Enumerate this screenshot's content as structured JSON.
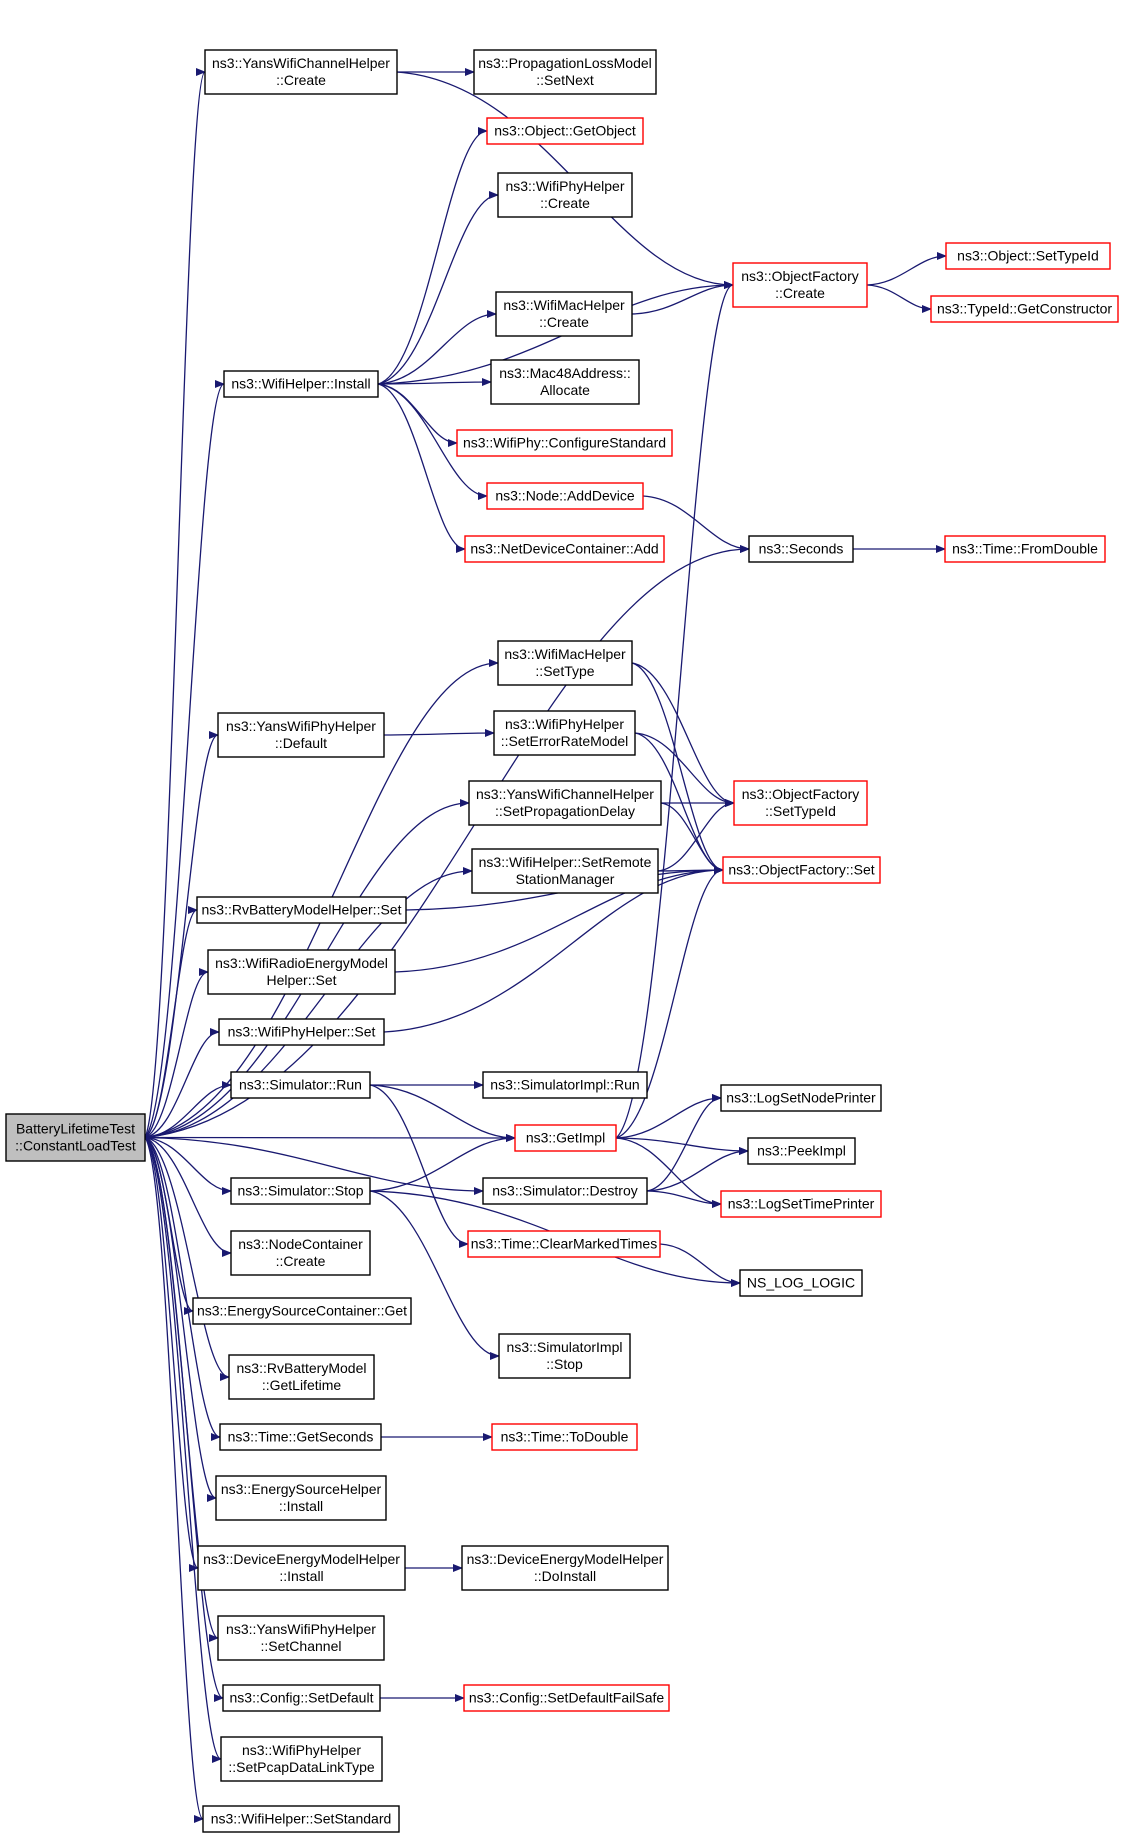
{
  "colors": {
    "edge": "#191970",
    "ok_border": "#000000",
    "incomplete_border": "#ff0000",
    "root_fill": "#bfbfbf"
  },
  "nodes": [
    {
      "id": "root",
      "lines": [
        "BatteryLifetimeTest",
        "::ConstantLoadTest"
      ],
      "style": "root"
    },
    {
      "id": "yanswifichannelhelper-create",
      "lines": [
        "ns3::YansWifiChannelHelper",
        "::Create"
      ],
      "style": "ok"
    },
    {
      "id": "propagationlossmodel-setnext",
      "lines": [
        "ns3::PropagationLossModel",
        "::SetNext"
      ],
      "style": "ok"
    },
    {
      "id": "object-getobject",
      "lines": [
        "ns3::Object::GetObject"
      ],
      "style": "red"
    },
    {
      "id": "wifiphyhelper-create",
      "lines": [
        "ns3::WifiPhyHelper",
        "::Create"
      ],
      "style": "ok"
    },
    {
      "id": "objectfactory-create",
      "lines": [
        "ns3::ObjectFactory",
        "::Create"
      ],
      "style": "red"
    },
    {
      "id": "object-settypeid",
      "lines": [
        "ns3::Object::SetTypeId"
      ],
      "style": "red"
    },
    {
      "id": "typeid-getconstructor",
      "lines": [
        "ns3::TypeId::GetConstructor"
      ],
      "style": "red"
    },
    {
      "id": "wifimachelper-create",
      "lines": [
        "ns3::WifiMacHelper",
        "::Create"
      ],
      "style": "ok"
    },
    {
      "id": "wifihelper-install",
      "lines": [
        "ns3::WifiHelper::Install"
      ],
      "style": "ok"
    },
    {
      "id": "mac48address-allocate",
      "lines": [
        "ns3::Mac48Address::",
        "Allocate"
      ],
      "style": "ok"
    },
    {
      "id": "wifiphy-configurestandard",
      "lines": [
        "ns3::WifiPhy::ConfigureStandard"
      ],
      "style": "red"
    },
    {
      "id": "node-adddevice",
      "lines": [
        "ns3::Node::AddDevice"
      ],
      "style": "red"
    },
    {
      "id": "netdevicecontainer-add",
      "lines": [
        "ns3::NetDeviceContainer::Add"
      ],
      "style": "red"
    },
    {
      "id": "seconds",
      "lines": [
        "ns3::Seconds"
      ],
      "style": "ok"
    },
    {
      "id": "time-fromdouble",
      "lines": [
        "ns3::Time::FromDouble"
      ],
      "style": "red"
    },
    {
      "id": "wifimachelper-settype",
      "lines": [
        "ns3::WifiMacHelper",
        "::SetType"
      ],
      "style": "ok"
    },
    {
      "id": "yanswifiphyhelper-default",
      "lines": [
        "ns3::YansWifiPhyHelper",
        "::Default"
      ],
      "style": "ok"
    },
    {
      "id": "wifiphyhelper-seterrorratemodel",
      "lines": [
        "ns3::WifiPhyHelper",
        "::SetErrorRateModel"
      ],
      "style": "ok"
    },
    {
      "id": "objectfactory-settypeid",
      "lines": [
        "ns3::ObjectFactory",
        "::SetTypeId"
      ],
      "style": "red"
    },
    {
      "id": "yanswifichannelhelper-setpropagationdelay",
      "lines": [
        "ns3::YansWifiChannelHelper",
        "::SetPropagationDelay"
      ],
      "style": "ok"
    },
    {
      "id": "wifihelper-setremotestationmanager",
      "lines": [
        "ns3::WifiHelper::SetRemote",
        "StationManager"
      ],
      "style": "ok"
    },
    {
      "id": "objectfactory-set",
      "lines": [
        "ns3::ObjectFactory::Set"
      ],
      "style": "red"
    },
    {
      "id": "rvbatterymodelhelper-set",
      "lines": [
        "ns3::RvBatteryModelHelper::Set"
      ],
      "style": "ok"
    },
    {
      "id": "wifiradioenergymodelhelper-set",
      "lines": [
        "ns3::WifiRadioEnergyModel",
        "Helper::Set"
      ],
      "style": "ok"
    },
    {
      "id": "wifiphyhelper-set",
      "lines": [
        "ns3::WifiPhyHelper::Set"
      ],
      "style": "ok"
    },
    {
      "id": "simulator-run",
      "lines": [
        "ns3::Simulator::Run"
      ],
      "style": "ok"
    },
    {
      "id": "simulatorimpl-run",
      "lines": [
        "ns3::SimulatorImpl::Run"
      ],
      "style": "ok"
    },
    {
      "id": "logsetnodeprinter",
      "lines": [
        "ns3::LogSetNodePrinter"
      ],
      "style": "ok"
    },
    {
      "id": "getimpl",
      "lines": [
        "ns3::GetImpl"
      ],
      "style": "red"
    },
    {
      "id": "peekimpl",
      "lines": [
        "ns3::PeekImpl"
      ],
      "style": "ok"
    },
    {
      "id": "simulator-destroy",
      "lines": [
        "ns3::Simulator::Destroy"
      ],
      "style": "ok"
    },
    {
      "id": "simulator-stop",
      "lines": [
        "ns3::Simulator::Stop"
      ],
      "style": "ok"
    },
    {
      "id": "logsettimeprinter",
      "lines": [
        "ns3::LogSetTimePrinter"
      ],
      "style": "red"
    },
    {
      "id": "nodecontainer-create",
      "lines": [
        "ns3::NodeContainer",
        "::Create"
      ],
      "style": "ok"
    },
    {
      "id": "time-clearmarkedtimes",
      "lines": [
        "ns3::Time::ClearMarkedTimes"
      ],
      "style": "red"
    },
    {
      "id": "ns-log-logic",
      "lines": [
        "NS_LOG_LOGIC"
      ],
      "style": "ok"
    },
    {
      "id": "energysourcecontainer-get",
      "lines": [
        "ns3::EnergySourceContainer::Get"
      ],
      "style": "ok"
    },
    {
      "id": "simulatorimpl-stop",
      "lines": [
        "ns3::SimulatorImpl",
        "::Stop"
      ],
      "style": "ok"
    },
    {
      "id": "rvbatterymodel-getlifetime",
      "lines": [
        "ns3::RvBatteryModel",
        "::GetLifetime"
      ],
      "style": "ok"
    },
    {
      "id": "time-getseconds",
      "lines": [
        "ns3::Time::GetSeconds"
      ],
      "style": "ok"
    },
    {
      "id": "time-todouble",
      "lines": [
        "ns3::Time::ToDouble"
      ],
      "style": "red"
    },
    {
      "id": "energysourcehelper-install",
      "lines": [
        "ns3::EnergySourceHelper",
        "::Install"
      ],
      "style": "ok"
    },
    {
      "id": "deviceenergymodelhelper-install",
      "lines": [
        "ns3::DeviceEnergyModelHelper",
        "::Install"
      ],
      "style": "ok"
    },
    {
      "id": "deviceenergymodelhelper-doinstall",
      "lines": [
        "ns3::DeviceEnergyModelHelper",
        "::DoInstall"
      ],
      "style": "ok"
    },
    {
      "id": "yanswifiphyhelper-setchannel",
      "lines": [
        "ns3::YansWifiPhyHelper",
        "::SetChannel"
      ],
      "style": "ok"
    },
    {
      "id": "config-setdefault",
      "lines": [
        "ns3::Config::SetDefault"
      ],
      "style": "ok"
    },
    {
      "id": "config-setdefaultfailsafe",
      "lines": [
        "ns3::Config::SetDefaultFailSafe"
      ],
      "style": "red"
    },
    {
      "id": "wifiphyhelper-setpcapdatalinktype",
      "lines": [
        "ns3::WifiPhyHelper",
        "::SetPcapDataLinkType"
      ],
      "style": "ok"
    },
    {
      "id": "wifihelper-setstandard",
      "lines": [
        "ns3::WifiHelper::SetStandard"
      ],
      "style": "ok"
    }
  ],
  "edges": [
    [
      "root",
      "yanswifichannelhelper-create"
    ],
    [
      "root",
      "wifihelper-install"
    ],
    [
      "root",
      "seconds"
    ],
    [
      "root",
      "wifimachelper-settype"
    ],
    [
      "root",
      "yanswifiphyhelper-default"
    ],
    [
      "root",
      "yanswifichannelhelper-setpropagationdelay"
    ],
    [
      "root",
      "wifihelper-setremotestationmanager"
    ],
    [
      "root",
      "rvbatterymodelhelper-set"
    ],
    [
      "root",
      "wifiradioenergymodelhelper-set"
    ],
    [
      "root",
      "wifiphyhelper-set"
    ],
    [
      "root",
      "simulator-run"
    ],
    [
      "root",
      "getimpl"
    ],
    [
      "root",
      "simulator-destroy"
    ],
    [
      "root",
      "simulator-stop"
    ],
    [
      "root",
      "nodecontainer-create"
    ],
    [
      "root",
      "energysourcecontainer-get"
    ],
    [
      "root",
      "rvbatterymodel-getlifetime"
    ],
    [
      "root",
      "time-getseconds"
    ],
    [
      "root",
      "energysourcehelper-install"
    ],
    [
      "root",
      "deviceenergymodelhelper-install"
    ],
    [
      "root",
      "yanswifiphyhelper-setchannel"
    ],
    [
      "root",
      "config-setdefault"
    ],
    [
      "root",
      "wifiphyhelper-setpcapdatalinktype"
    ],
    [
      "root",
      "wifihelper-setstandard"
    ],
    [
      "yanswifichannelhelper-create",
      "propagationlossmodel-setnext"
    ],
    [
      "yanswifichannelhelper-create",
      "objectfactory-create"
    ],
    [
      "wifihelper-install",
      "object-getobject"
    ],
    [
      "wifihelper-install",
      "wifiphyhelper-create"
    ],
    [
      "wifihelper-install",
      "objectfactory-create"
    ],
    [
      "wifihelper-install",
      "wifimachelper-create"
    ],
    [
      "wifihelper-install",
      "mac48address-allocate"
    ],
    [
      "wifihelper-install",
      "wifiphy-configurestandard"
    ],
    [
      "wifihelper-install",
      "node-adddevice"
    ],
    [
      "wifihelper-install",
      "netdevicecontainer-add"
    ],
    [
      "wifimachelper-create",
      "objectfactory-create"
    ],
    [
      "objectfactory-create",
      "object-settypeid"
    ],
    [
      "objectfactory-create",
      "typeid-getconstructor"
    ],
    [
      "node-adddevice",
      "seconds"
    ],
    [
      "seconds",
      "time-fromdouble"
    ],
    [
      "wifimachelper-settype",
      "objectfactory-settypeid"
    ],
    [
      "wifimachelper-settype",
      "objectfactory-set"
    ],
    [
      "yanswifiphyhelper-default",
      "wifiphyhelper-seterrorratemodel"
    ],
    [
      "wifiphyhelper-seterrorratemodel",
      "objectfactory-settypeid"
    ],
    [
      "wifiphyhelper-seterrorratemodel",
      "objectfactory-set"
    ],
    [
      "yanswifichannelhelper-setpropagationdelay",
      "objectfactory-settypeid"
    ],
    [
      "yanswifichannelhelper-setpropagationdelay",
      "objectfactory-set"
    ],
    [
      "wifihelper-setremotestationmanager",
      "objectfactory-settypeid"
    ],
    [
      "wifihelper-setremotestationmanager",
      "objectfactory-set"
    ],
    [
      "rvbatterymodelhelper-set",
      "objectfactory-set"
    ],
    [
      "wifiradioenergymodelhelper-set",
      "objectfactory-set"
    ],
    [
      "wifiphyhelper-set",
      "objectfactory-set"
    ],
    [
      "simulator-run",
      "simulatorimpl-run"
    ],
    [
      "simulator-run",
      "getimpl"
    ],
    [
      "simulator-run",
      "time-clearmarkedtimes"
    ],
    [
      "getimpl",
      "objectfactory-create"
    ],
    [
      "getimpl",
      "objectfactory-set"
    ],
    [
      "getimpl",
      "logsetnodeprinter"
    ],
    [
      "getimpl",
      "peekimpl"
    ],
    [
      "getimpl",
      "logsettimeprinter"
    ],
    [
      "simulator-destroy",
      "logsetnodeprinter"
    ],
    [
      "simulator-destroy",
      "peekimpl"
    ],
    [
      "simulator-destroy",
      "logsettimeprinter"
    ],
    [
      "simulator-stop",
      "getimpl"
    ],
    [
      "simulator-stop",
      "simulatorimpl-stop"
    ],
    [
      "simulator-stop",
      "ns-log-logic"
    ],
    [
      "time-clearmarkedtimes",
      "ns-log-logic"
    ],
    [
      "time-getseconds",
      "time-todouble"
    ],
    [
      "deviceenergymodelhelper-install",
      "deviceenergymodelhelper-doinstall"
    ],
    [
      "config-setdefault",
      "config-setdefaultfailsafe"
    ]
  ]
}
